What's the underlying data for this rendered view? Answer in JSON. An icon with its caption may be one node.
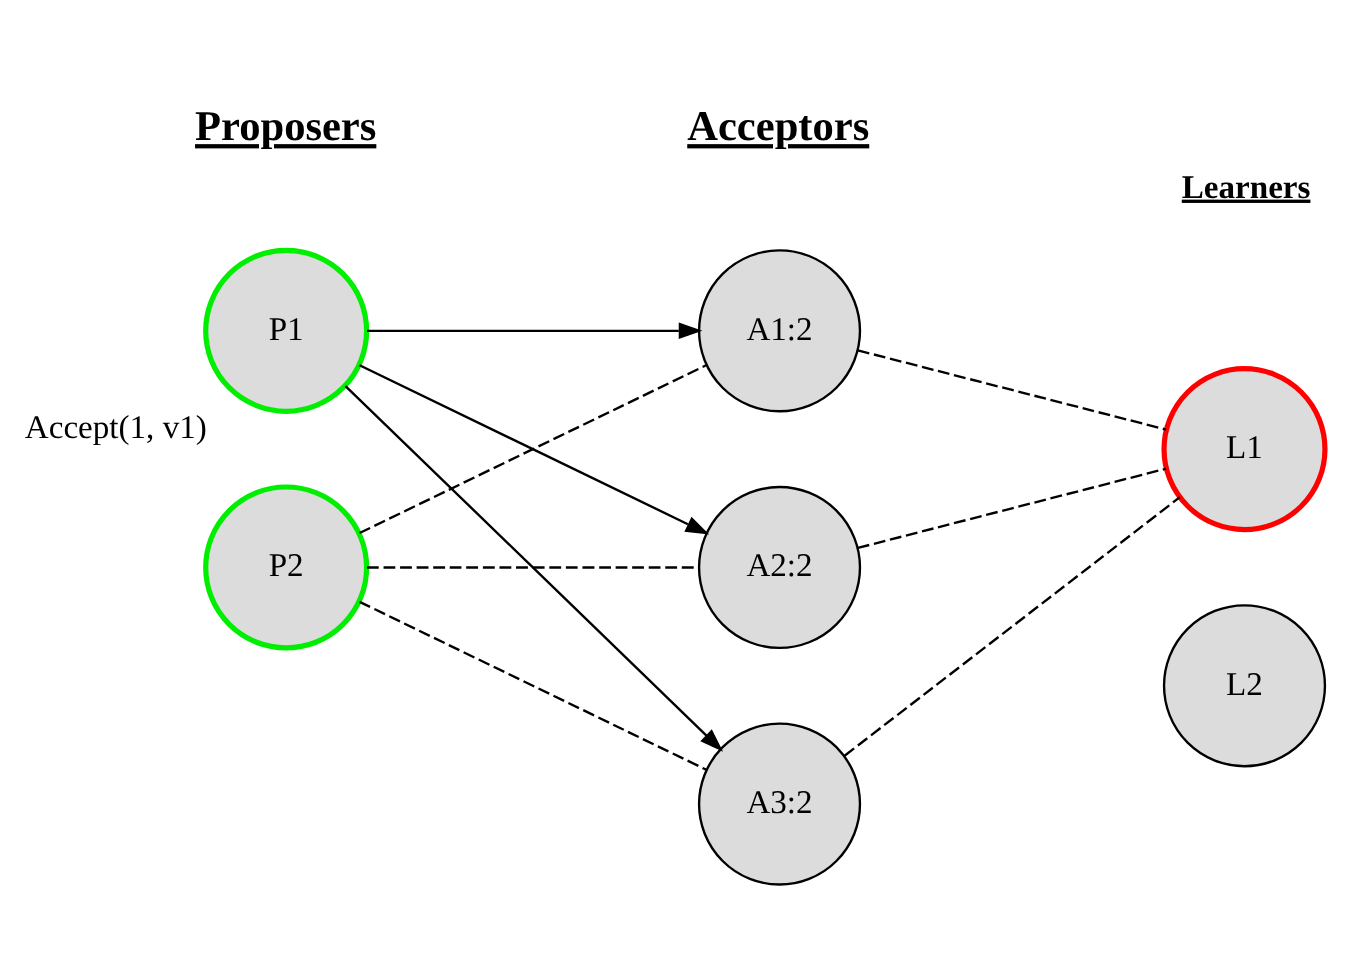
{
  "diagram": {
    "nodes": [
      {
        "text": [
          "P1"
        ],
        "beside": [
          "Accept(1, v1)"
        ]
      },
      {
        "text": [
          "P2"
        ]
      },
      {
        "text": [
          "A1:2"
        ]
      },
      {
        "text": [
          "A2:2"
        ]
      },
      {
        "text": [
          "A3:2"
        ]
      },
      {
        "text": [
          "L1"
        ]
      },
      {
        "text": [
          "L2"
        ]
      }
    ],
    "edges": [
      {
        "from": 0,
        "to": 2,
        "arrow": "to"
      },
      {
        "from": 0,
        "to": 3,
        "arrow": "to"
      },
      {
        "from": 0,
        "to": 4,
        "arrow": "to"
      },
      {
        "from": 1,
        "to": 2,
        "arrow": "none",
        "style": "dashed"
      },
      {
        "from": 1,
        "to": 3,
        "arrow": "none",
        "style": "dashed"
      },
      {
        "from": 1,
        "to": 4,
        "arrow": "none",
        "style": "dashed"
      },
      {
        "from": 2,
        "to": 5,
        "arrow": "none",
        "style": "dashed"
      },
      {
        "from": 3,
        "to": 5,
        "arrow": "none",
        "style": "dashed"
      },
      {
        "from": 4,
        "to": 5,
        "arrow": "none",
        "style": "dashed"
      }
    ],
    "labels": [
      "Acceptors",
      "Proposers",
      "Learners"
    ]
  }
}
